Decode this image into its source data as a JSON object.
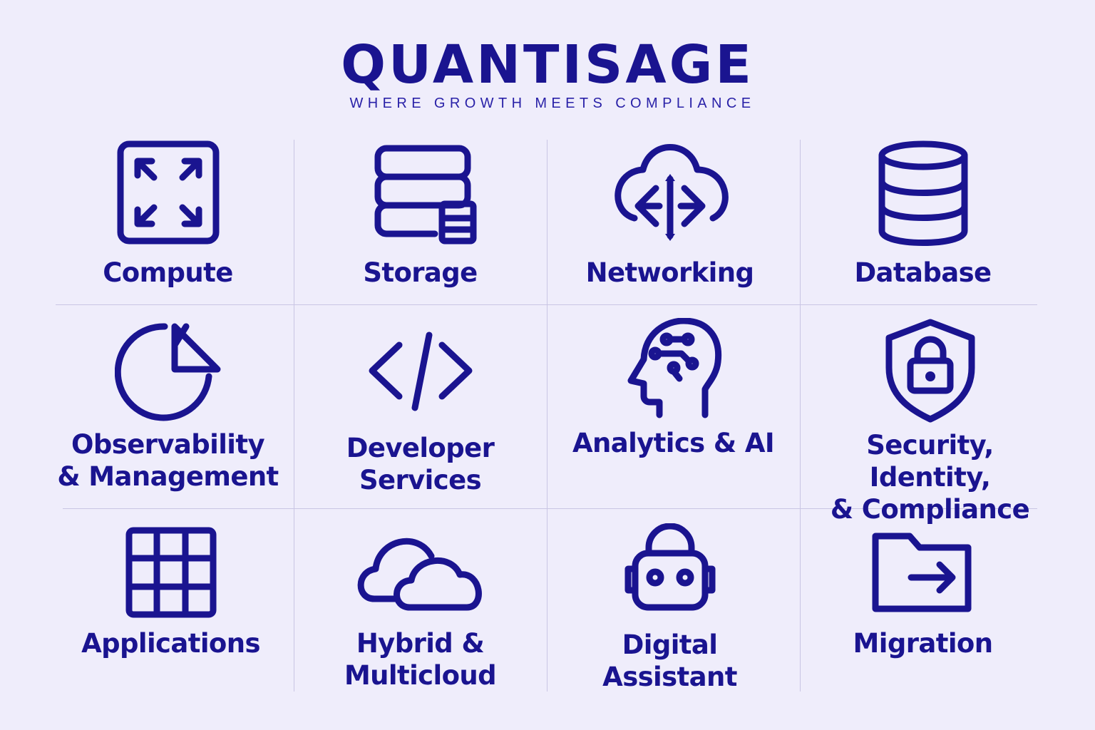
{
  "brand": {
    "name": "QUANTISAGE",
    "tagline": "WHERE GROWTH MEETS COMPLIANCE"
  },
  "colors": {
    "background": "#efedfb",
    "primary": "#1a1490",
    "divider": "#c9c5e4"
  },
  "services": [
    {
      "label": "Compute",
      "icon": "expand-icon"
    },
    {
      "label": "Storage",
      "icon": "storage-icon"
    },
    {
      "label": "Networking",
      "icon": "cloud-network-icon"
    },
    {
      "label": "Database",
      "icon": "database-icon"
    },
    {
      "label": "Observability\n& Management",
      "icon": "pie-chart-icon"
    },
    {
      "label": "Developer\nServices",
      "icon": "code-icon"
    },
    {
      "label": "Analytics & AI",
      "icon": "ai-head-icon"
    },
    {
      "label": "Security, Identity,\n& Compliance",
      "icon": "shield-lock-icon"
    },
    {
      "label": "Applications",
      "icon": "grid-icon"
    },
    {
      "label": "Hybrid &\nMulticloud",
      "icon": "clouds-icon"
    },
    {
      "label": "Digital\nAssistant",
      "icon": "robot-icon"
    },
    {
      "label": "Migration",
      "icon": "folder-arrow-icon"
    }
  ]
}
